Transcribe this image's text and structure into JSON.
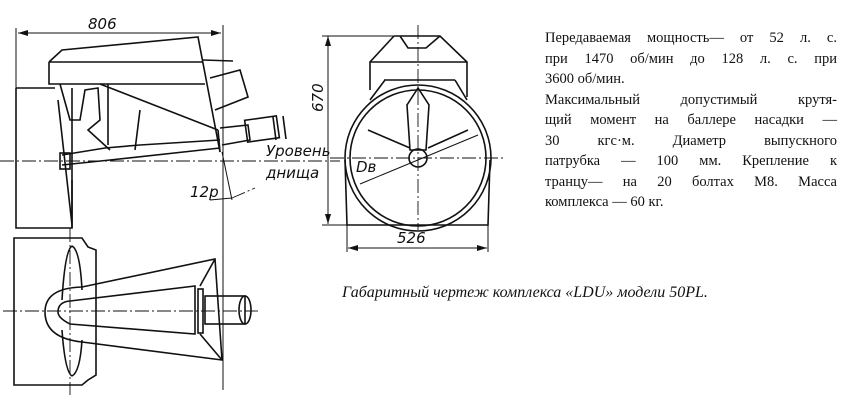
{
  "dimensions": {
    "overall_length": "806",
    "overall_height": "670",
    "width": "526",
    "nozzle_diameter": "Dв",
    "angle": "12р",
    "bottom_level_line1": "Уровень",
    "bottom_level_line2": "днища"
  },
  "specs": [
    "Передаваемая мощность— от 52 л. с.",
    "при 1470 об/мин до 128 л. с. при",
    "3600 об/мин.",
    "Максимальный допустимый крутя-",
    "щий момент на баллере насадки —",
    "30 кгс·м. Диаметр выпускного",
    "патрубка — 100 мм. Крепление к",
    "транцу— на 20 болтах М8. Масса",
    "комплекса — 60 кг."
  ],
  "caption": "Габаритный чертеж комплекса «LDU» модели 50PL."
}
